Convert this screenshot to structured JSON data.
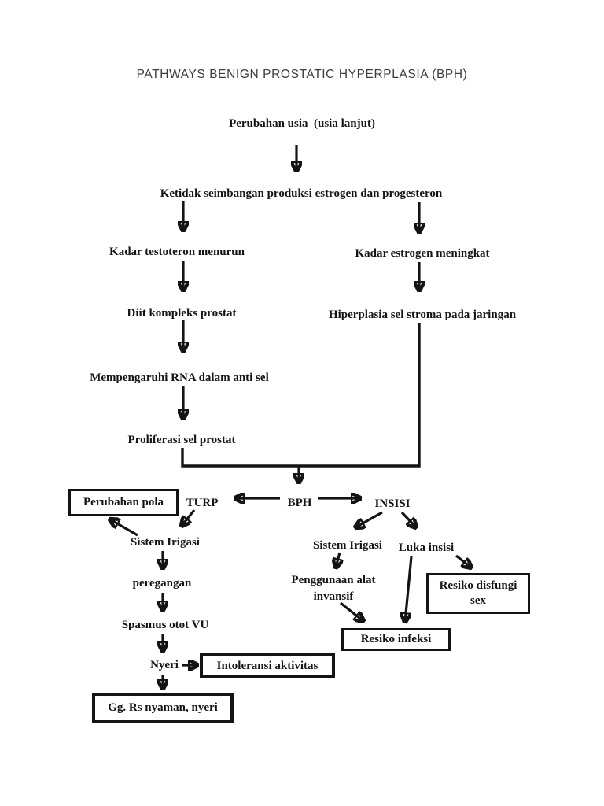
{
  "title": "PATHWAYS BENIGN PROSTATIC HYPERPLASIA (BPH)",
  "colors": {
    "ink": "#141414",
    "title_text": "#3d3d3d",
    "page_background": "#ffffff"
  },
  "nodes": {
    "perubahan_usia": "Perubahan usia  (usia lanjut)",
    "ketidak_seimbangan": "Ketidak seimbangan produksi estrogen dan progesteron",
    "kadar_testoteron": "Kadar testoteron menurun",
    "kadar_estrogen": "Kadar estrogen meningkat",
    "diit_kompleks": "Diit kompleks prostat",
    "hiperplasia": "Hiperplasia sel stroma pada jaringan",
    "mempengaruhi_rna": "Mempengaruhi RNA dalam anti sel",
    "proliferasi": "Proliferasi sel prostat",
    "turp": "TURP",
    "bph": "BPH",
    "insisi": "INSISI",
    "sistem_irigasi_kiri": "Sistem Irigasi",
    "sistem_irigasi_kanan": "Sistem Irigasi",
    "luka_insisi": "Luka insisi",
    "peregangan": "peregangan",
    "penggunaan_alat_line1": "Penggunaan alat",
    "penggunaan_alat_line2": "invansif",
    "spasmus_otot_vu": "Spasmus otot VU",
    "nyeri": "Nyeri"
  },
  "boxes": {
    "perubahan_pola": "Perubahan pola",
    "intoleransi_aktivitas": "Intoleransi aktivitas",
    "gg_rs_nyaman": "Gg. Rs nyaman, nyeri",
    "resiko_disfungi_line1": "Resiko disfungi",
    "resiko_disfungi_line2": "sex",
    "resiko_infeksi": "Resiko infeksi"
  },
  "edges": [
    {
      "from": "perubahan_usia",
      "to": "ketidak_seimbangan"
    },
    {
      "from": "ketidak_seimbangan",
      "to": "kadar_testoteron"
    },
    {
      "from": "ketidak_seimbangan",
      "to": "kadar_estrogen"
    },
    {
      "from": "kadar_testoteron",
      "to": "diit_kompleks"
    },
    {
      "from": "kadar_estrogen",
      "to": "hiperplasia"
    },
    {
      "from": "diit_kompleks",
      "to": "mempengaruhi_rna"
    },
    {
      "from": "mempengaruhi_rna",
      "to": "proliferasi"
    },
    {
      "from": "proliferasi",
      "to": "bph"
    },
    {
      "from": "hiperplasia",
      "to": "bph"
    },
    {
      "from": "bph",
      "to": "turp"
    },
    {
      "from": "bph",
      "to": "insisi"
    },
    {
      "from": "turp",
      "to": "sistem_irigasi_kiri"
    },
    {
      "from": "sistem_irigasi_kiri",
      "to": "perubahan_pola"
    },
    {
      "from": "sistem_irigasi_kiri",
      "to": "peregangan"
    },
    {
      "from": "peregangan",
      "to": "spasmus_otot_vu"
    },
    {
      "from": "spasmus_otot_vu",
      "to": "nyeri"
    },
    {
      "from": "nyeri",
      "to": "intoleransi_aktivitas"
    },
    {
      "from": "nyeri",
      "to": "gg_rs_nyaman"
    },
    {
      "from": "insisi",
      "to": "sistem_irigasi_kanan"
    },
    {
      "from": "insisi",
      "to": "luka_insisi"
    },
    {
      "from": "sistem_irigasi_kanan",
      "to": "penggunaan_alat"
    },
    {
      "from": "penggunaan_alat",
      "to": "resiko_infeksi"
    },
    {
      "from": "luka_insisi",
      "to": "resiko_disfungi_sex"
    },
    {
      "from": "luka_insisi",
      "to": "resiko_infeksi"
    }
  ]
}
